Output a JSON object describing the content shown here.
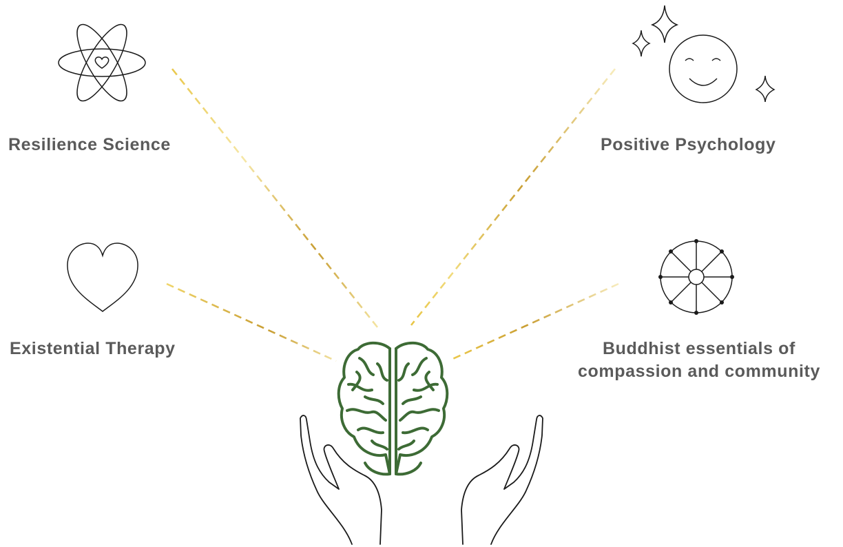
{
  "topics": [
    {
      "id": "resilience",
      "label": "Resilience Science",
      "icon": "atom-heart-icon"
    },
    {
      "id": "positive",
      "label": "Positive Psychology",
      "icon": "smiley-sparkles-icon"
    },
    {
      "id": "existential",
      "label": "Existential Therapy",
      "icon": "heart-icon"
    },
    {
      "id": "buddhist",
      "label_lines": [
        "Buddhist essentials of",
        "compassion and community"
      ],
      "icon": "dharma-wheel-icon"
    }
  ],
  "center": {
    "icon": "hands-holding-brain-icon"
  },
  "colors": {
    "text": "#5a5a5a",
    "icon_stroke": "#1a1a1a",
    "brain": "#3d6b35",
    "ray_light": "#f3df8f",
    "ray_dark": "#c9a232"
  }
}
